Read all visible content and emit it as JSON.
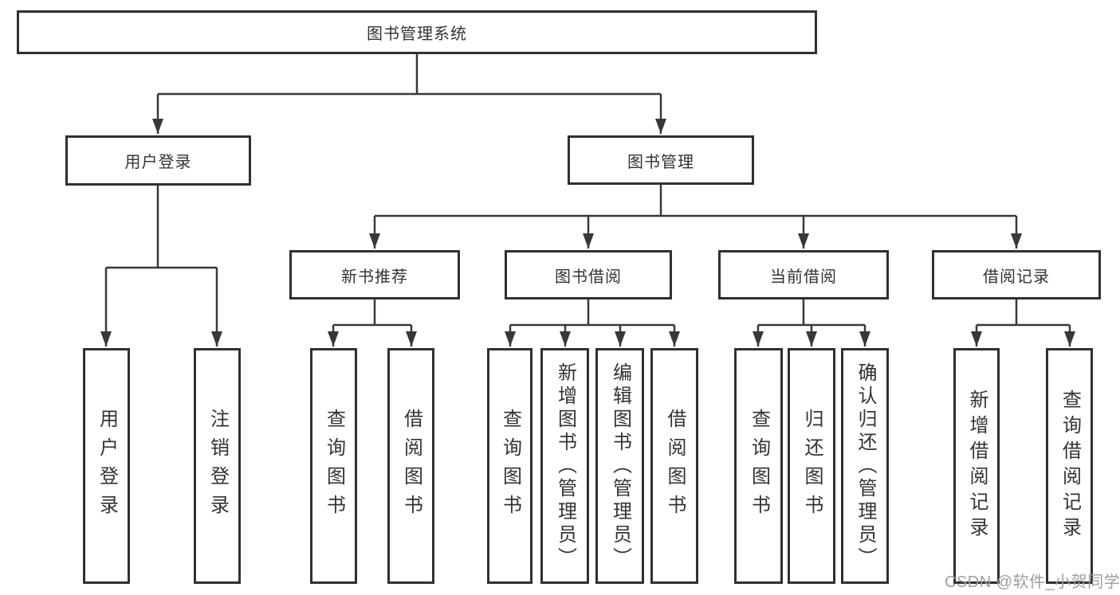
{
  "nodes": {
    "root": {
      "label": "图书管理系统"
    },
    "user_login": {
      "label": "用户登录"
    },
    "book_management": {
      "label": "图书管理"
    },
    "new_book_recommend": {
      "label": "新书推荐"
    },
    "book_borrowing": {
      "label": "图书借阅"
    },
    "current_borrowing": {
      "label": "当前借阅"
    },
    "borrowing_records": {
      "label": "借阅记录"
    },
    "user_login_children": [
      {
        "label": "用户登录"
      },
      {
        "label": "注销登录"
      }
    ],
    "new_book_recommend_children": [
      {
        "label": "查询图书"
      },
      {
        "label": "借阅图书"
      }
    ],
    "book_borrowing_children": [
      {
        "label": "查询图书"
      },
      {
        "label": "新增图书（管理员）"
      },
      {
        "label": "编辑图书（管理员）"
      },
      {
        "label": "借阅图书"
      }
    ],
    "current_borrowing_children": [
      {
        "label": "查询图书"
      },
      {
        "label": "归还图书"
      },
      {
        "label": "确认归还（管理员）"
      }
    ],
    "borrowing_records_children": [
      {
        "label": "新增借阅记录"
      },
      {
        "label": "查询借阅记录"
      }
    ]
  },
  "watermark": {
    "text": "CSDN @软件_小贺同学"
  },
  "colors": {
    "line": "#383838",
    "box_border": "#303030",
    "text": "#333333",
    "watermark_text": "#9e9e9e",
    "background": "#ffffff"
  }
}
